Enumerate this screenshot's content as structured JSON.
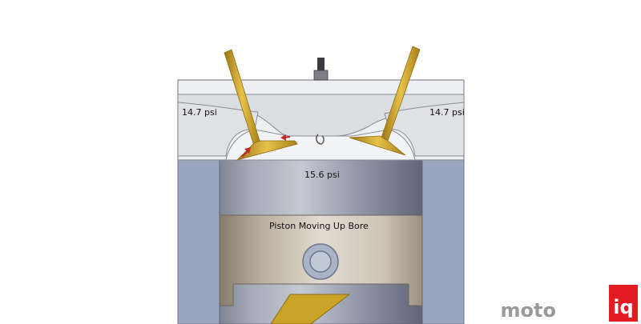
{
  "labels": {
    "intake_pressure": "14.7 psi",
    "exhaust_pressure": "14.7 psi",
    "cylinder_pressure": "15.6 psi",
    "piston_caption": "Piston Moving Up Bore"
  },
  "logo": {
    "text_main": "moto",
    "text_accent": "iq"
  },
  "colors": {
    "head": "#e8e9ec",
    "block": "#9aa5c0",
    "bore": "#8d93a5",
    "piston": "#d8d0c6",
    "valve": "#d6a92a",
    "arrow": "#c0262a",
    "logo_accent": "#e31b23",
    "logo_main": "#9a9a9a"
  },
  "icons": {
    "intake_valve": "valve-icon",
    "exhaust_valve": "valve-icon",
    "spark_plug": "spark-plug-icon",
    "flow_arrows": "arrow-icon"
  }
}
